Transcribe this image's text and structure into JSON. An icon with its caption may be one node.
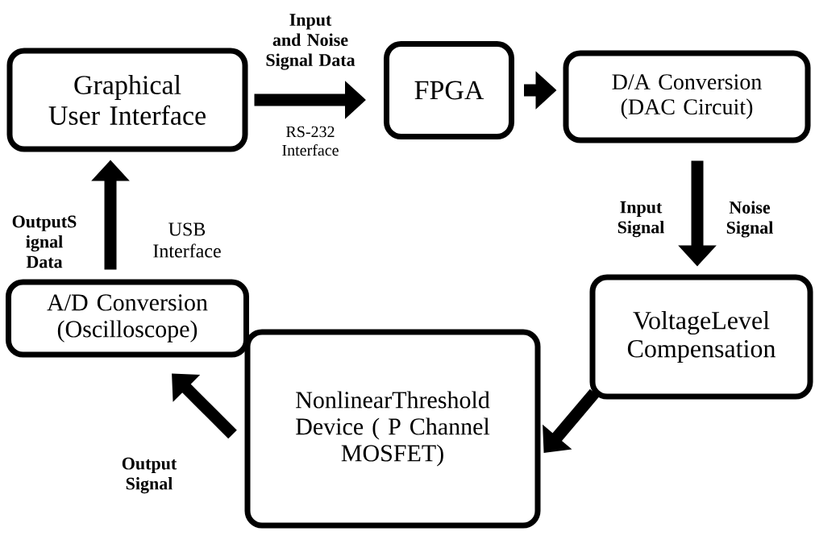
{
  "diagram": {
    "nodes": [
      {
        "text": [
          "Graphical User Interface"
        ]
      },
      {
        "text": [
          "FPGA"
        ]
      },
      {
        "text": [
          "D/A Conversion (DAC Circuit)"
        ]
      },
      {
        "text": [
          "VoltageLevel Compensation"
        ]
      },
      {
        "text": [
          "NonlinearThreshold Device ( P Channel MOSFET)"
        ]
      },
      {
        "text": [
          "A/D Conversion (Oscilloscope)"
        ]
      }
    ],
    "edges": [
      {
        "from": 0,
        "to": 1,
        "arrow": "to",
        "label": "Input and Noise Signal Data"
      },
      {
        "from": 1,
        "to": 2,
        "arrow": "to"
      },
      {
        "from": 2,
        "to": 3,
        "arrow": "to",
        "label": "Input Signal"
      },
      {
        "from": 3,
        "to": 4,
        "arrow": "to"
      },
      {
        "from": 4,
        "to": 5,
        "arrow": "to",
        "label": "Output Signal"
      },
      {
        "from": 5,
        "to": 0,
        "arrow": "to",
        "label": "OutputS ignal Data"
      }
    ],
    "labels": [
      "RS-232 Interface",
      "Noise Signal",
      "USB Interface"
    ]
  }
}
